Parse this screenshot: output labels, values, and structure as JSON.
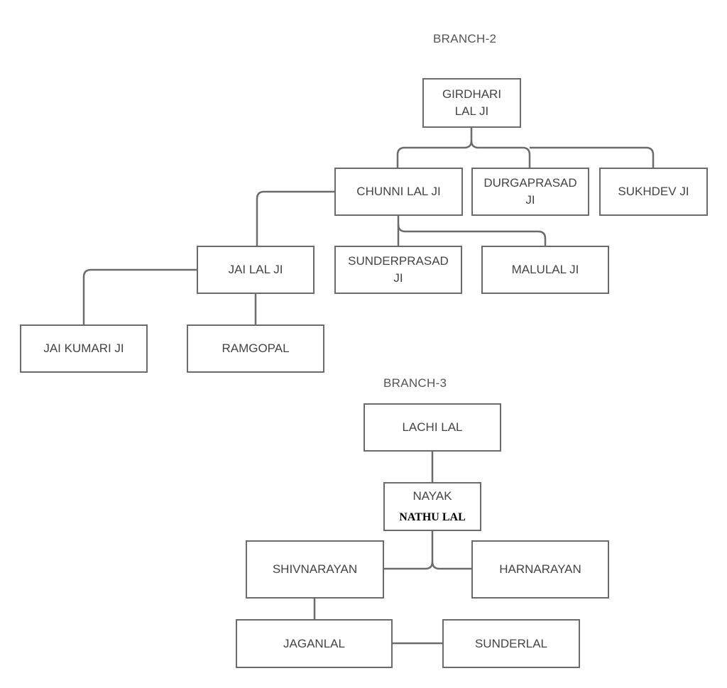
{
  "branch2": {
    "title": "BRANCH-2",
    "girdhari": [
      "GIRDHARI",
      "LAL JI"
    ],
    "chunni": "CHUNNI LAL JI",
    "durgaprasad": [
      "DURGAPRASAD",
      "JI"
    ],
    "sukhdev": "SUKHDEV JI",
    "jailal": "JAI LAL JI",
    "sunderprasad": [
      "SUNDERPRASAD",
      "JI"
    ],
    "malulal": "MALULAL JI",
    "jaikumari": "JAI KUMARI JI",
    "ramgopal": "RAMGOPAL"
  },
  "branch3": {
    "title": "BRANCH-3",
    "lachilal": "LACHI LAL",
    "nayak": "NAYAK",
    "nathulal": "NATHU LAL",
    "shivnarayan": "SHIVNARAYAN",
    "harnarayan": "HARNARAYAN",
    "jaganlal": "JAGANLAL",
    "sunderlal": "SUNDERLAL"
  }
}
